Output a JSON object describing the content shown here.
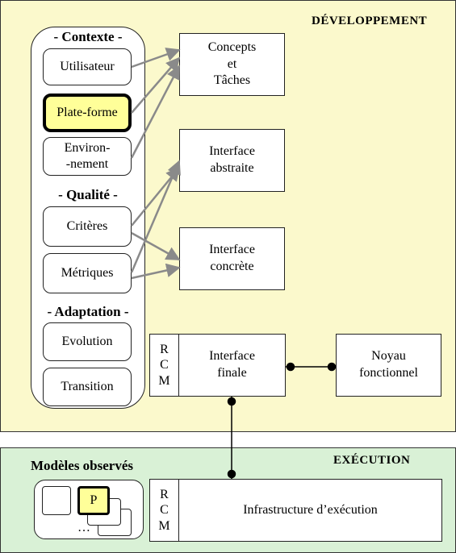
{
  "development": {
    "title": "DÉVELOPPEMENT",
    "groups": {
      "context": {
        "title": "- Contexte -",
        "items": [
          "Utilisateur",
          "Plate-forme",
          "Environ-\n-nement"
        ]
      },
      "quality": {
        "title": "- Qualité -",
        "items": [
          "Critères",
          "Métriques"
        ]
      },
      "adaptation": {
        "title": "- Adaptation -",
        "items": [
          "Evolution",
          "Transition"
        ]
      }
    },
    "models": {
      "tasks": "Concepts\net\nTâches",
      "abstract": "Interface\nabstraite",
      "concrete": "Interface\nconcrète",
      "final": "Interface\nfinale",
      "core": "Noyau\nfonctionnel"
    },
    "rcm": [
      "R",
      "C",
      "M"
    ]
  },
  "execution": {
    "title": "EXÉCUTION",
    "observed_title": "Modèles observés",
    "observed_selected": "P",
    "observed_more": "…",
    "infrastructure": "Infrastructure d’exécution",
    "rcm": [
      "R",
      "C",
      "M"
    ]
  },
  "colors": {
    "dev_bg": "#fbf9cc",
    "exec_bg": "#d9f1d6",
    "highlight": "#ffff99",
    "arrow": "#8a8a8a"
  }
}
